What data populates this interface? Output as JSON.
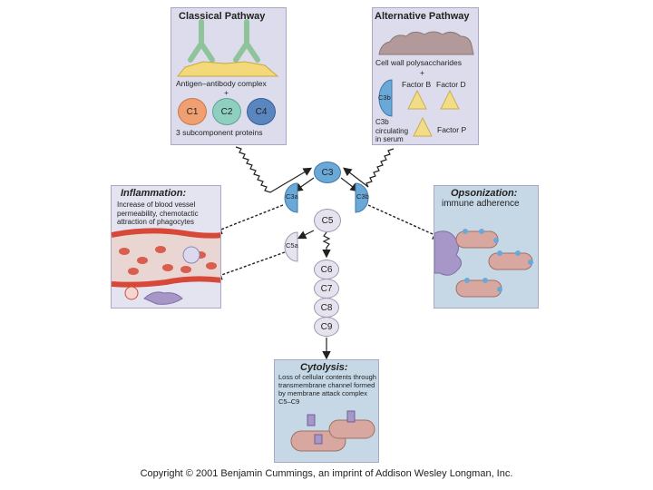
{
  "classical": {
    "title": "Classical Pathway",
    "complex": "Antigen–antibody complex",
    "plus": "+",
    "c1": "C1",
    "c2": "C2",
    "c4": "C4",
    "proteins": "3 subcomponent proteins"
  },
  "alternative": {
    "title": "Alternative Pathway",
    "polys": "Cell wall polysaccharides",
    "plus": "+",
    "c3b": "C3b",
    "factor_b": "Factor B",
    "factor_d": "Factor D",
    "factor_p": "Factor P",
    "c3b_desc": [
      "C3b",
      "circulating",
      "in serum"
    ]
  },
  "cascade": {
    "c3": "C3",
    "c3a": "C3a",
    "c3b": "C3b",
    "c5": "C5",
    "c5a": "C5a",
    "c6": "C6",
    "c7": "C7",
    "c8": "C8",
    "c9": "C9"
  },
  "inflammation": {
    "title": "Inflammation:",
    "desc": [
      "Increase of blood vessel",
      "permeability, chemotactic",
      "attraction of phagocytes"
    ]
  },
  "opsonization": {
    "title": "Opsonization:",
    "desc": "immune adherence"
  },
  "cytolysis": {
    "title": "Cytolysis:",
    "desc": [
      "Loss of cellular contents through",
      "transmembrane channel formed",
      "by membrane attack complex",
      "C5–C9"
    ]
  },
  "copyright": "Copyright © 2001 Benjamin Cummings, an imprint of Addison Wesley Longman, Inc.",
  "colors": {
    "panel": "#dcdcec",
    "c1": "#f0a070",
    "c2": "#8fcfc0",
    "c4": "#5a86c0",
    "c3": "#6aa8d8",
    "antibody": "#8fc49a",
    "antigen": "#f3d97a",
    "factor": "#f3dc86",
    "cell": "#d8a8a0",
    "vessel": "#d84838"
  }
}
